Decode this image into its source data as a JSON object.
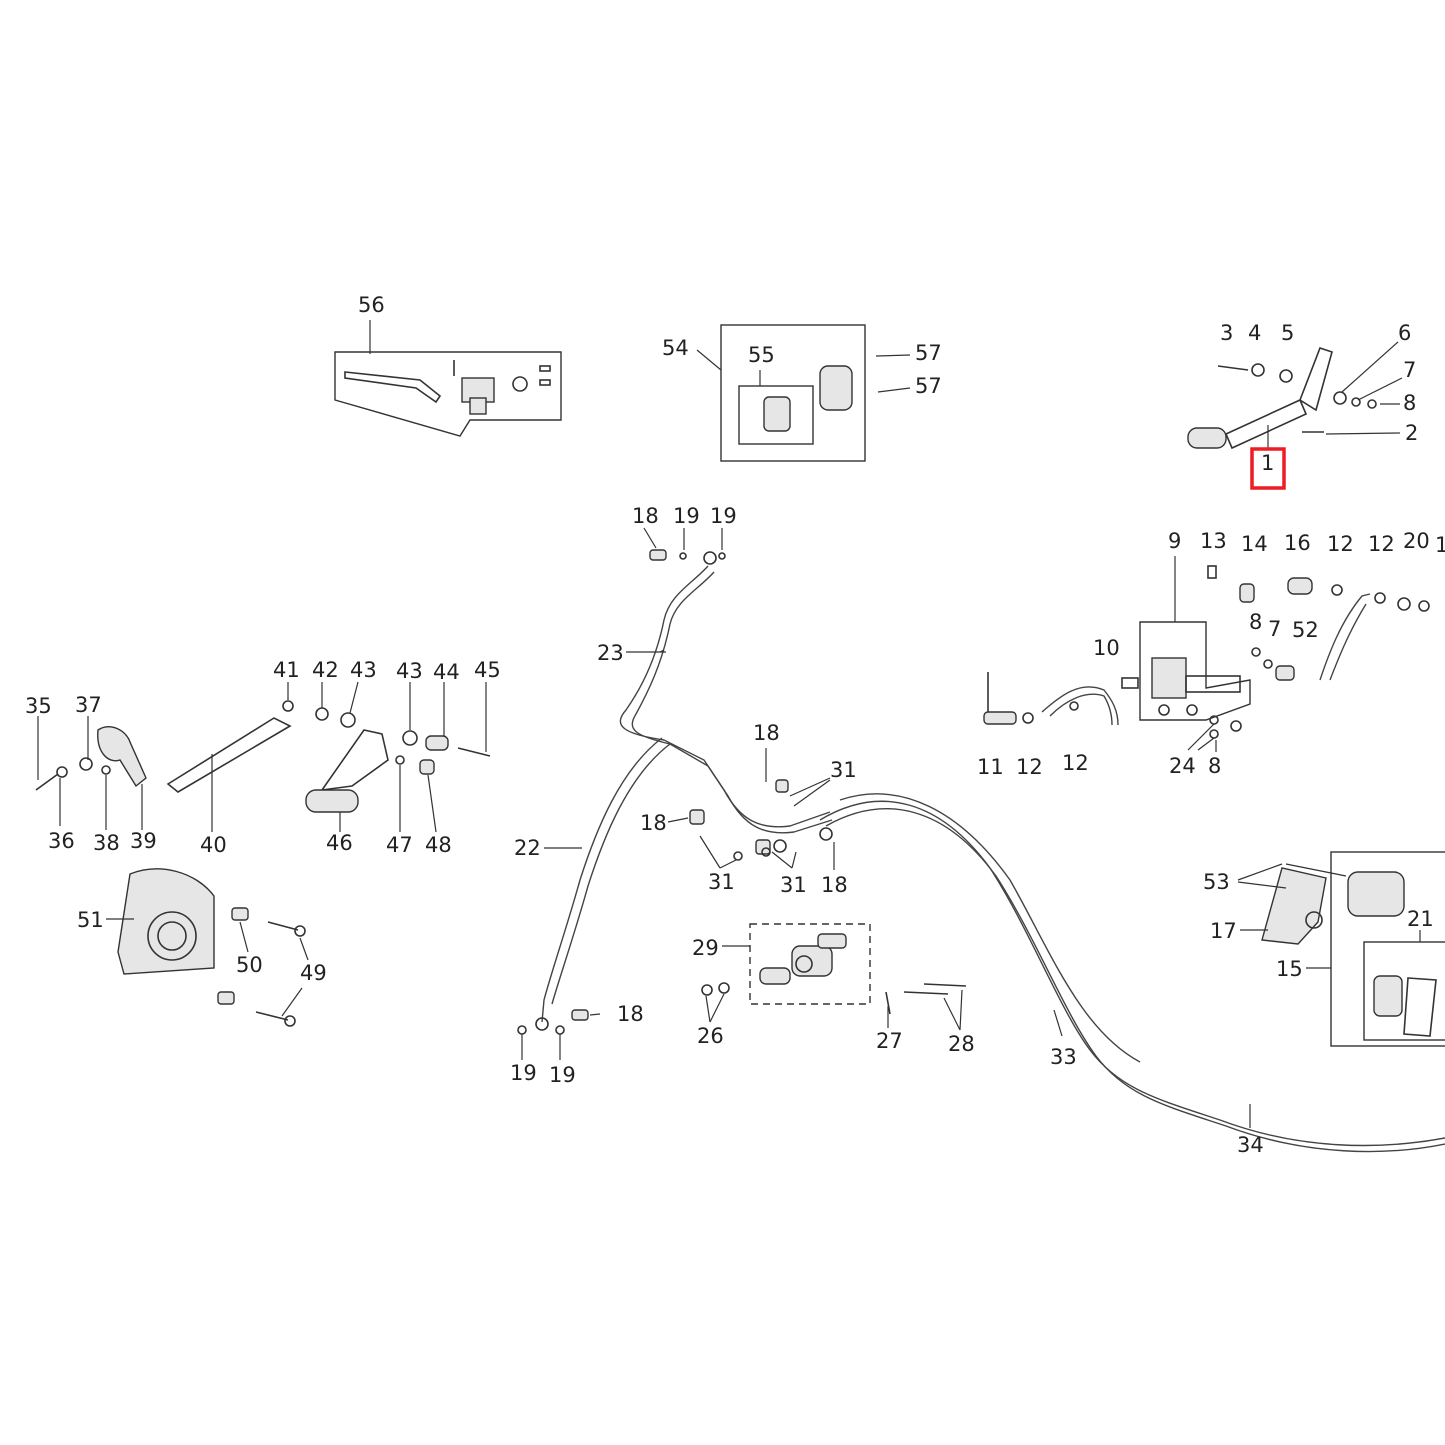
{
  "callouts": {
    "c1": "1",
    "c2": "2",
    "c3": "3",
    "c4": "4",
    "c5": "5",
    "c6": "6",
    "c7": "7",
    "c8": "8",
    "c9": "9",
    "c10": "10",
    "c11": "11",
    "c12a": "12",
    "c12b": "12",
    "c12c": "12",
    "c12d": "12",
    "c13": "13",
    "c14": "14",
    "c15": "15",
    "c16": "16",
    "c17": "17",
    "c18a": "18",
    "c18b": "18",
    "c18c": "18",
    "c18d": "18",
    "c18e": "18",
    "c19a": "19",
    "c19b": "19",
    "c19c": "19",
    "c19d": "19",
    "c20": "20",
    "c21": "21",
    "c22": "22",
    "c23": "23",
    "c24": "24",
    "c26": "26",
    "c27": "27",
    "c28": "28",
    "c29": "29",
    "c31a": "31",
    "c31b": "31",
    "c31c": "31",
    "c33": "33",
    "c34": "34",
    "c35": "35",
    "c36": "36",
    "c37": "37",
    "c38": "38",
    "c39": "39",
    "c40": "40",
    "c41": "41",
    "c42": "42",
    "c43a": "43",
    "c43b": "43",
    "c44": "44",
    "c45": "45",
    "c46": "46",
    "c47": "47",
    "c48": "48",
    "c49": "49",
    "c50": "50",
    "c51": "51",
    "c52": "52",
    "c53": "53",
    "c54": "54",
    "c55": "55",
    "c56": "56",
    "c57a": "57",
    "c57b": "57",
    "c7b": "7",
    "c8b": "8",
    "c8c": "8",
    "c1edge": "1"
  },
  "highlight": {
    "part": "1",
    "color": "#ee1c25"
  }
}
